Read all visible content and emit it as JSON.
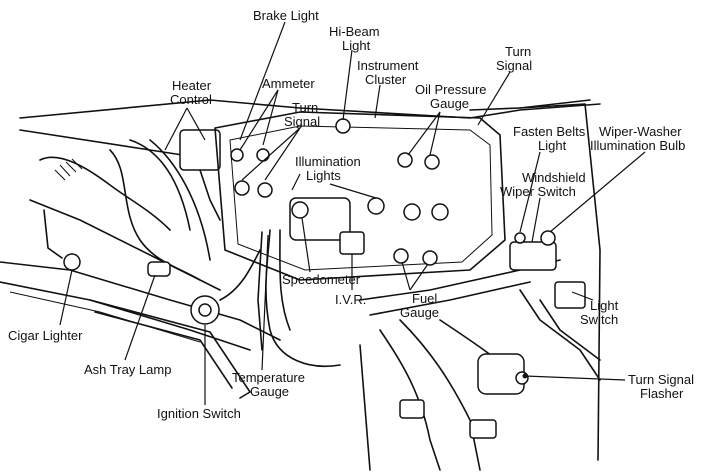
{
  "labels": {
    "brake_light": "Brake Light",
    "hi_beam_light_1": "Hi-Beam",
    "hi_beam_light_2": "Light",
    "instrument_cluster_1": "Instrument",
    "instrument_cluster_2": "Cluster",
    "turn_signal_top_1": "Turn",
    "turn_signal_top_2": "Signal",
    "oil_pressure_gauge_1": "Oil Pressure",
    "oil_pressure_gauge_2": "Gauge",
    "heater_control_1": "Heater",
    "heater_control_2": "Control",
    "ammeter": "Ammeter",
    "turn_signal_left_1": "Turn",
    "turn_signal_left_2": "Signal",
    "fasten_belts_light_1": "Fasten Belts",
    "fasten_belts_light_2": "Light",
    "wiper_washer_bulb_1": "Wiper-Washer",
    "wiper_washer_bulb_2": "Illumination Bulb",
    "illumination_lights_1": "Illumination",
    "illumination_lights_2": "Lights",
    "windshield_wiper_switch_1": "Windshield",
    "windshield_wiper_switch_2": "Wiper Switch",
    "cigar_lighter": "Cigar Lighter",
    "speedometer": "Speedometer",
    "ivr": "I.V.R.",
    "fuel_gauge_1": "Fuel",
    "fuel_gauge_2": "Gauge",
    "light_switch_1": "Light",
    "light_switch_2": "Switch",
    "ash_tray_lamp": "Ash Tray Lamp",
    "temperature_gauge_1": "Temperature",
    "temperature_gauge_2": "Gauge",
    "ignition_switch": "Ignition Switch",
    "turn_signal_flasher_1": "Turn Signal",
    "turn_signal_flasher_2": "Flasher"
  }
}
